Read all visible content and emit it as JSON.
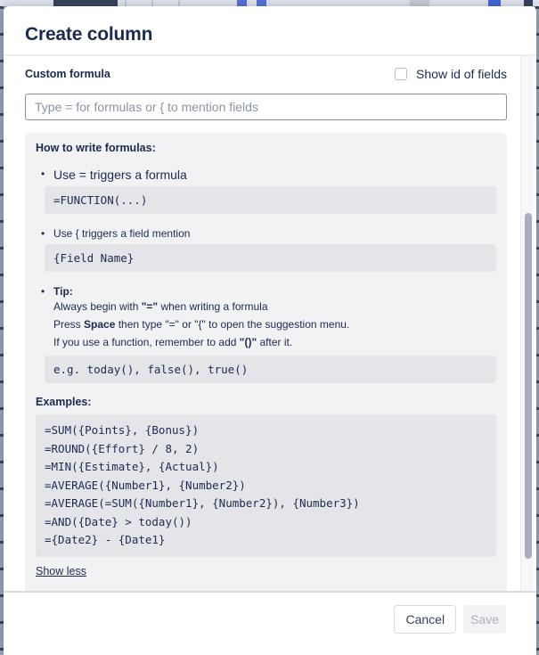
{
  "modal": {
    "title": "Create column",
    "section_label": "Custom formula",
    "checkbox_label": "Show id of fields",
    "input_placeholder": "Type = for formulas or { to mention fields",
    "help": {
      "heading": "How to write formulas:",
      "bullet1": {
        "text": "Use = triggers a formula",
        "code": "=FUNCTION(...)"
      },
      "bullet2": {
        "text": "Use { triggers a field mention",
        "code": "{Field Name}"
      },
      "tip": {
        "label": "Tip:",
        "line1": {
          "pre": "Always begin with ",
          "bold": "\"=\"",
          "post": " when writing a formula"
        },
        "line2": {
          "pre": "Press ",
          "bold": "Space",
          "post": " then type \"=\" or \"{\" to open the suggestion menu."
        },
        "line3": {
          "pre": "If you use a function, remember to add ",
          "bold": "\"()\"",
          "post": " after it."
        },
        "code": "e.g. today(), false(), true()"
      },
      "examples": {
        "heading": "Examples:",
        "lines": [
          "=SUM({Points}, {Bonus})",
          "=ROUND({Effort} / 8, 2)",
          "=MIN({Estimate}, {Actual})",
          "=AVERAGE({Number1}, {Number2})",
          "=AVERAGE(=SUM({Number1}, {Number2}), {Number3})",
          "=AND({Date} > today())",
          "={Date2} - {Date1}"
        ]
      },
      "show_less": "Show less"
    },
    "footer": {
      "cancel": "Cancel",
      "save": "Save"
    }
  },
  "colors": {
    "text_navy": "#1b2a4e",
    "panel_bg": "#f1f2f4",
    "code_bg": "#e3e5e9",
    "input_border": "#8590a2",
    "save_disabled_text": "#a8aeba",
    "scroll_thumb": "#a8aebb"
  }
}
